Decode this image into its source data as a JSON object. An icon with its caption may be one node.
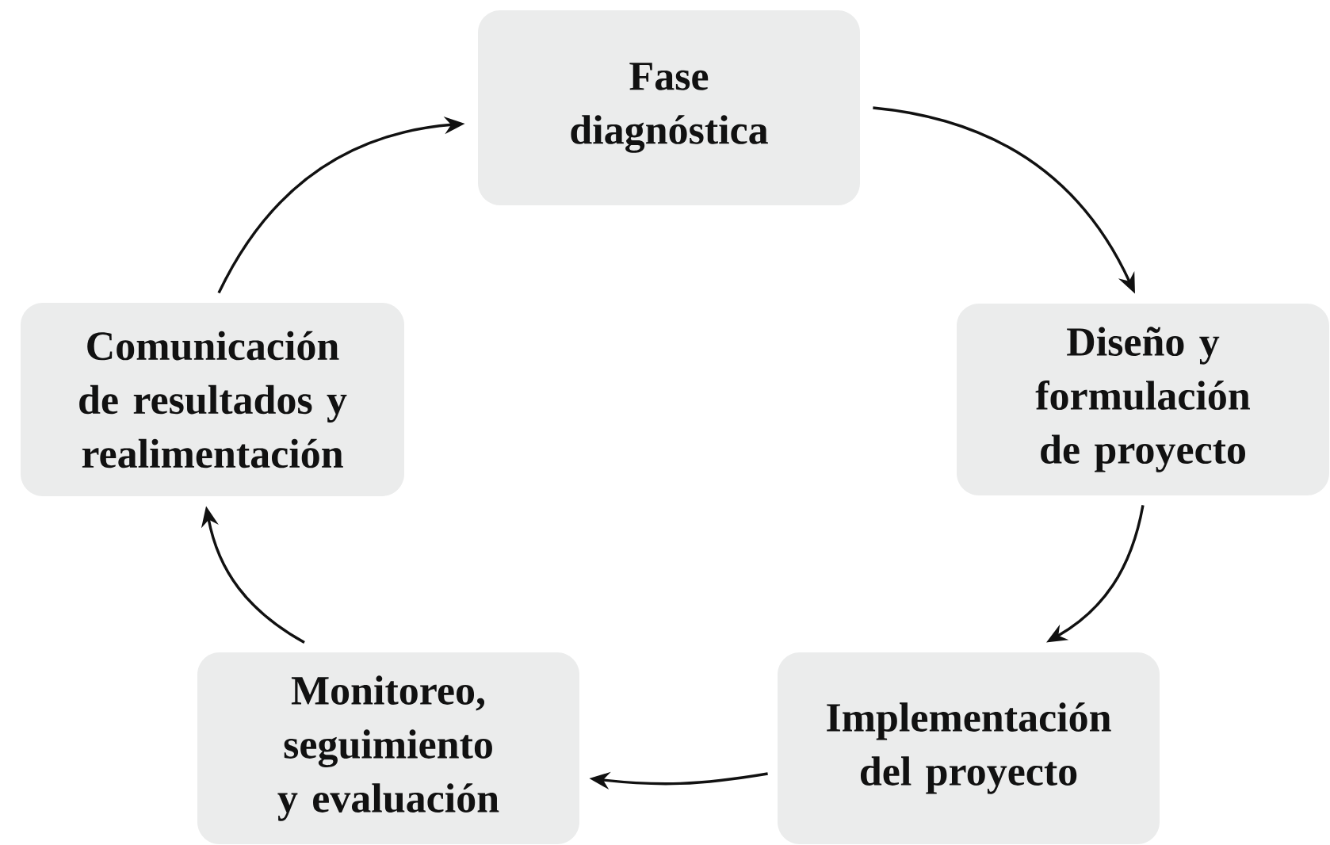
{
  "diagram": {
    "nodes": [
      {
        "text": [
          "Fase diagnóstica"
        ]
      },
      {
        "text": [
          "Diseño y formulación de proyecto"
        ]
      },
      {
        "text": [
          "Implementación del proyecto"
        ]
      },
      {
        "text": [
          "Monitoreo, seguimiento y evaluación"
        ]
      },
      {
        "text": [
          "Comunicación de resultados y realimentación"
        ]
      }
    ],
    "edges": [
      {
        "from": 0,
        "to": 1,
        "arrow": "to"
      },
      {
        "from": 1,
        "to": 2,
        "arrow": "to"
      },
      {
        "from": 2,
        "to": 3,
        "arrow": "to"
      },
      {
        "from": 3,
        "to": 4,
        "arrow": "to"
      },
      {
        "from": 4,
        "to": 0,
        "arrow": "to"
      }
    ]
  }
}
